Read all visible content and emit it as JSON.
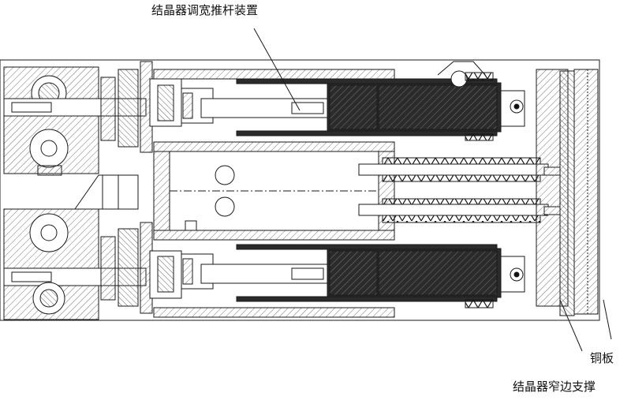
{
  "labels": {
    "width_adjust_pusher": "结晶器调宽推杆装置",
    "copper_plate": "铜板",
    "narrow_side_support": "结晶器窄边支撑"
  },
  "colors": {
    "line": "#1a1a1a",
    "hatch": "#777777",
    "dark_fill": "#2b2b2b",
    "background": "#ffffff"
  }
}
